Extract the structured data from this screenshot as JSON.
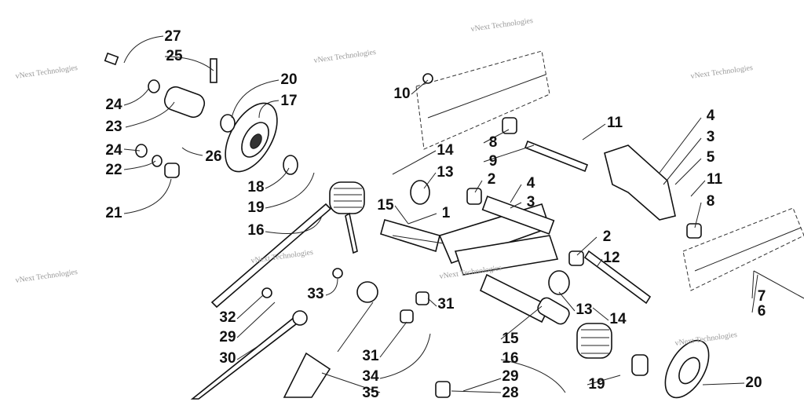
{
  "diagram": {
    "watermark": "vNext Technologies",
    "callouts": [
      "27",
      "25",
      "20",
      "17",
      "24",
      "23",
      "26",
      "24",
      "22",
      "21",
      "18",
      "19",
      "16",
      "15",
      "14",
      "13",
      "2",
      "4",
      "3",
      "1",
      "10",
      "8",
      "9",
      "11",
      "4",
      "3",
      "5",
      "11",
      "8",
      "2",
      "12",
      "13",
      "14",
      "7",
      "6",
      "33",
      "32",
      "29",
      "30",
      "31",
      "31",
      "34",
      "35",
      "15",
      "16",
      "29",
      "28",
      "19",
      "20"
    ]
  }
}
